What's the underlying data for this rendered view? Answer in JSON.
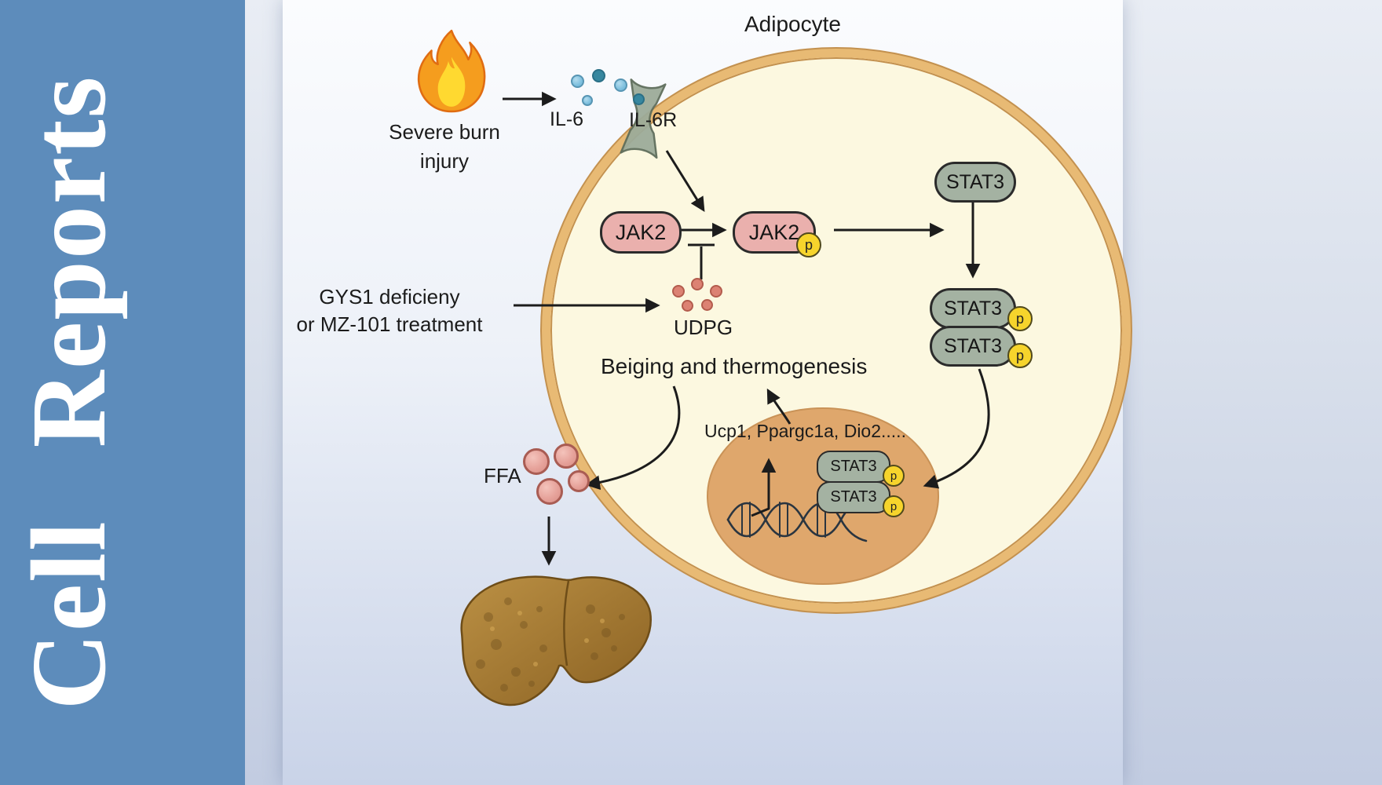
{
  "journal": {
    "title": "Cell Reports"
  },
  "labels": {
    "adipocyte": "Adipocyte",
    "severe_burn_1": "Severe burn",
    "severe_burn_2": "injury",
    "il6": "IL-6",
    "il6r": "IL-6R",
    "jak2": "JAK2",
    "stat3": "STAT3",
    "phospho": "p",
    "gys1_1": "GYS1 deficieny",
    "gys1_2": "or MZ-101 treatment",
    "udpg": "UDPG",
    "beiging": "Beiging and thermogenesis",
    "genes": "Ucp1, Ppargc1a, Dio2.....",
    "ffa": "FFA"
  },
  "icons": {
    "flame": "flame-icon",
    "receptor": "il6-receptor-icon",
    "dna": "dna-helix-icon",
    "liver": "liver-icon"
  },
  "colors": {
    "sidebar-blue": "#5d8cbb",
    "cell-fill": "#fcf8e0",
    "cell-border": "#e8ba74",
    "cell-border-edge": "#c3914f",
    "jak2-fill": "#eab0ad",
    "stat3-fill": "#a4b2a2",
    "phospho-fill": "#f6d42c",
    "nucleus-fill": "#dfa76c",
    "il6-light": "#7bbedd",
    "il6-dark": "#37879f",
    "udpg-dot": "#dc8273",
    "ffa-fill": "#e6a29a",
    "arrow": "#1c1c1c",
    "flame-orange": "#f59d1e",
    "flame-yellow": "#ffd930",
    "liver-brown": "#9a7028"
  }
}
